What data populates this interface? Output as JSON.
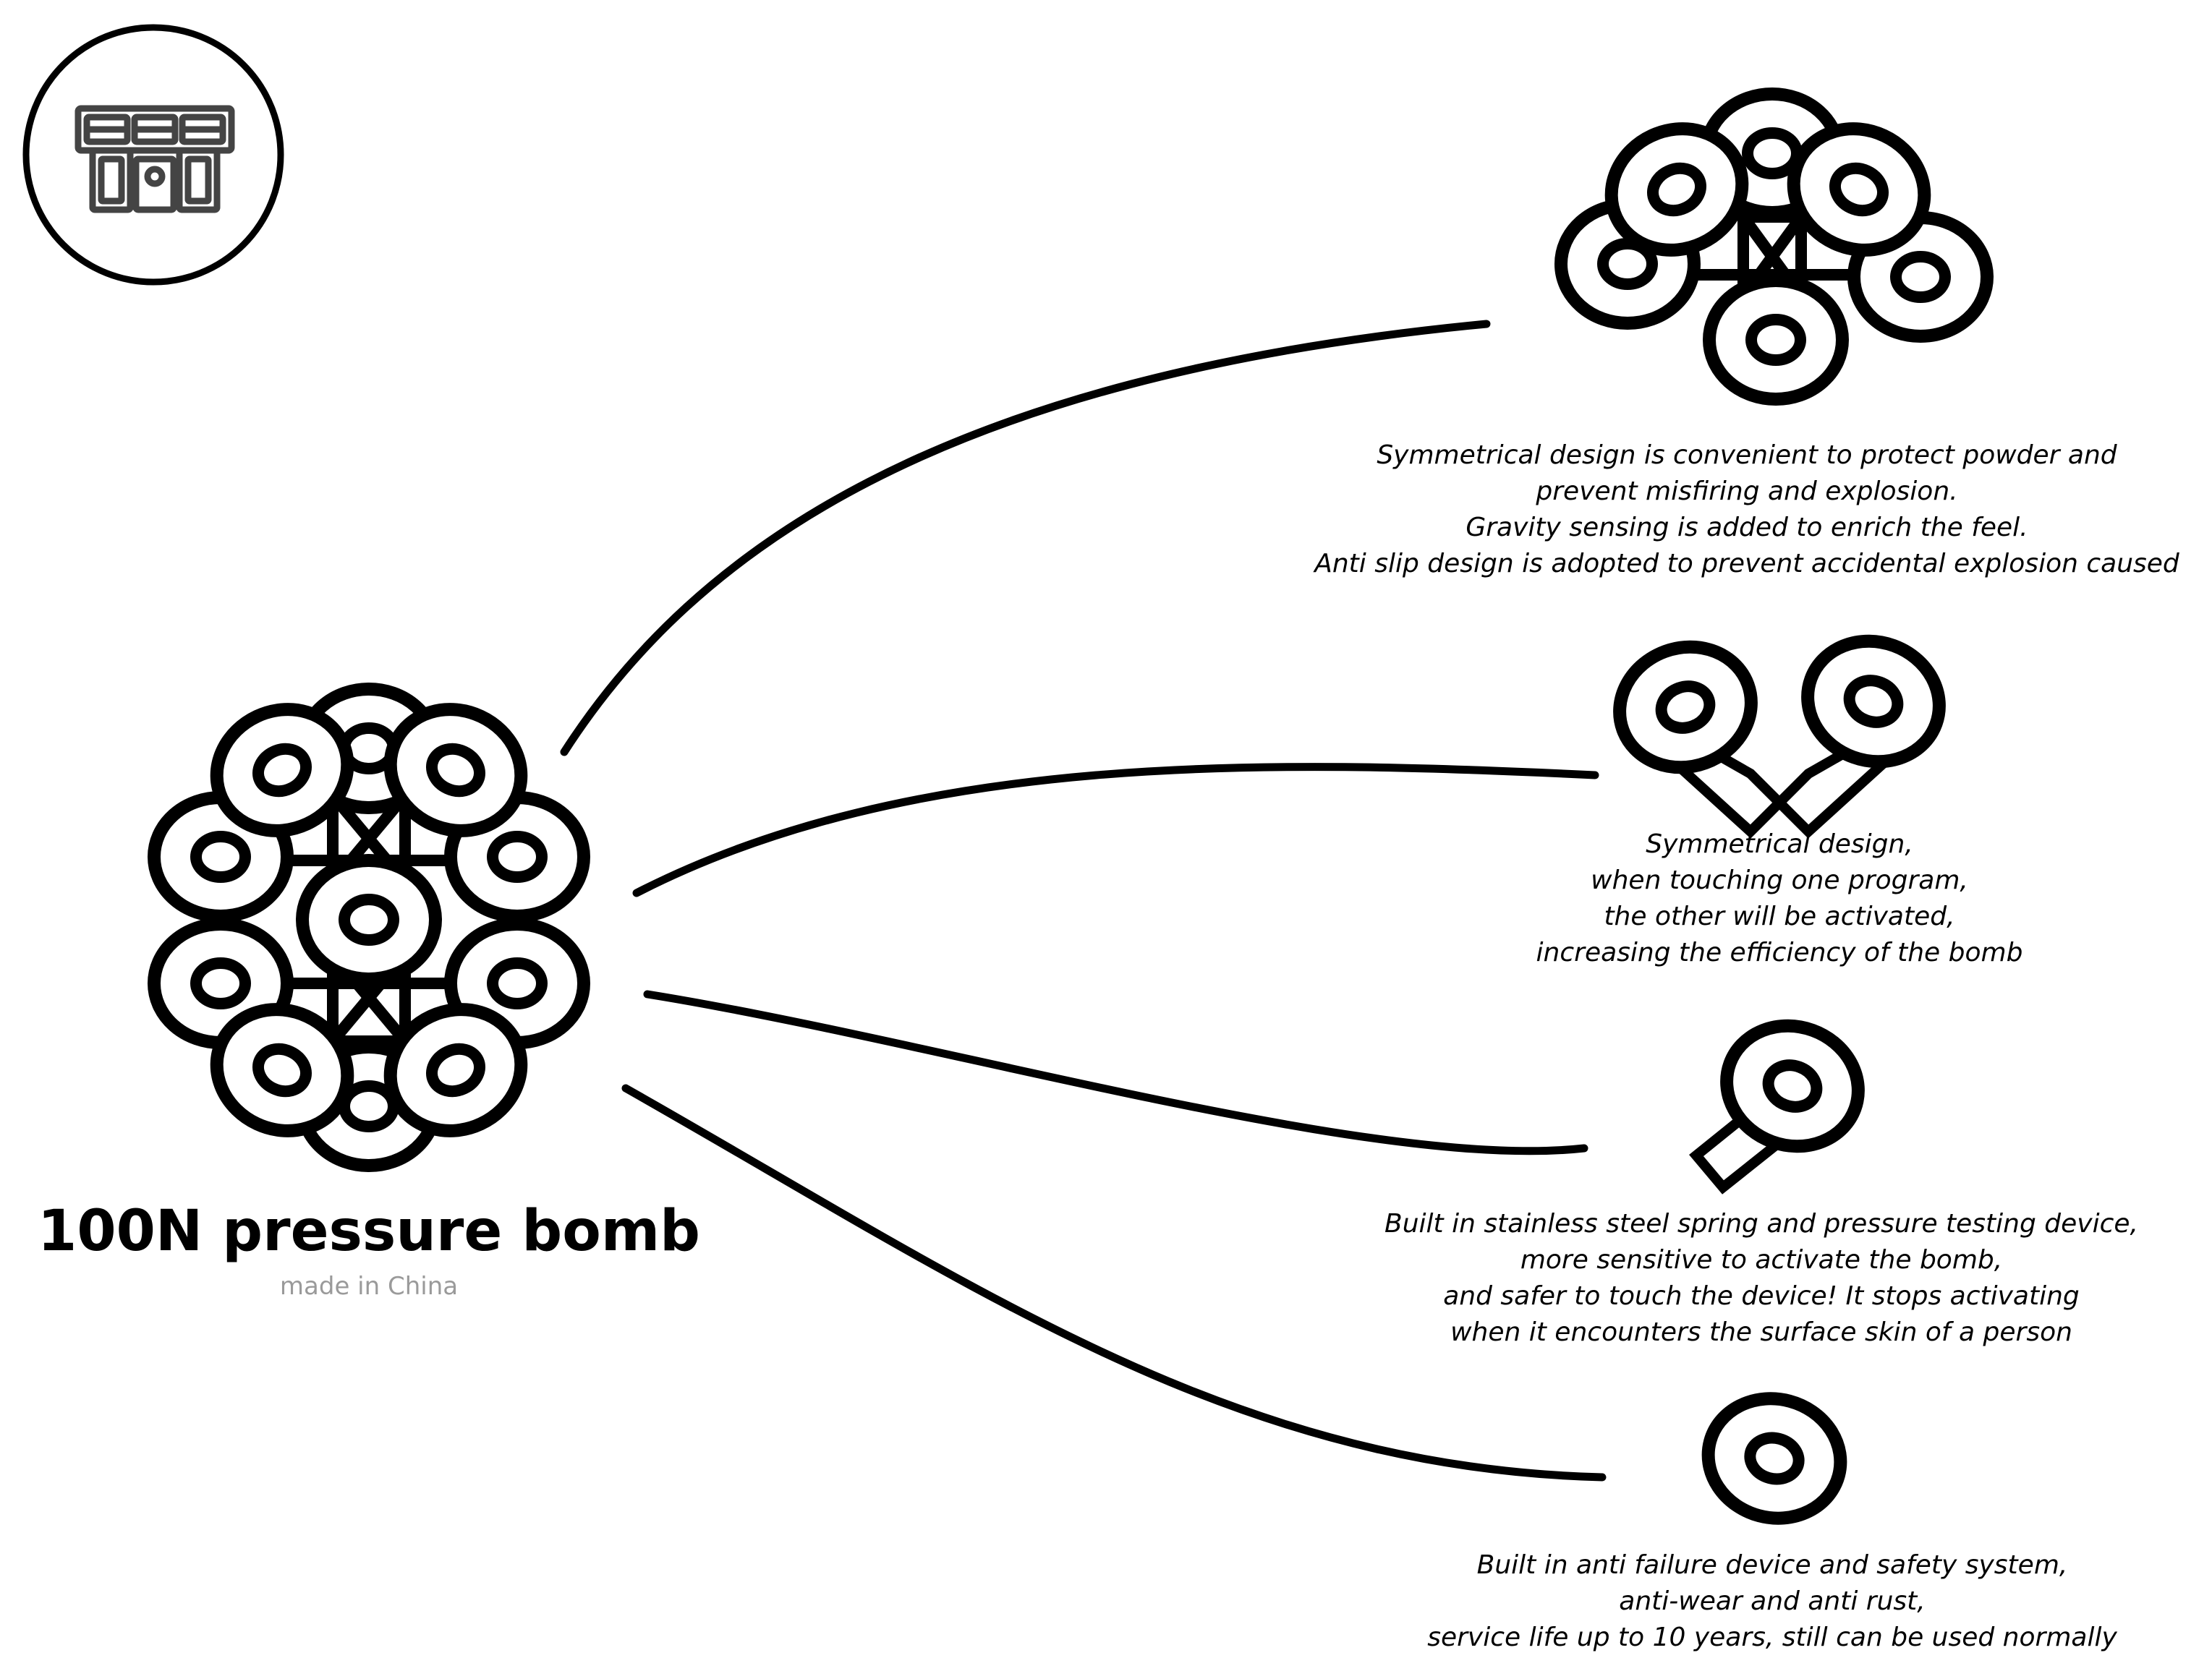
{
  "colors": {
    "ink": "#000000",
    "logo_ink": "#444444",
    "caption_gray": "#9a9a9a",
    "background": "#ffffff"
  },
  "main": {
    "title": "100N pressure bomb",
    "subtitle": "made in China"
  },
  "logo": {
    "icon": "monogram-logo-icon"
  },
  "features": [
    {
      "icon": "seven-disc-flower-icon",
      "lines": [
        "Symmetrical design is convenient to protect powder and",
        "prevent misfiring and explosion.",
        "Gravity sensing is added to enrich the feel.",
        "Anti slip design is adopted to prevent accidental explosion caused"
      ]
    },
    {
      "icon": "twin-linked-disc-icon",
      "lines": [
        "Symmetrical design,",
        "when touching one program,",
        "the other will be activated,",
        "increasing the efficiency of the bomb"
      ]
    },
    {
      "icon": "spring-pressure-disc-icon",
      "lines": [
        "Built in stainless steel spring and pressure testing device,",
        "more sensitive to activate the bomb,",
        "and safer to touch the device! It stops activating",
        "when it encounters the surface skin of a person"
      ]
    },
    {
      "icon": "single-disc-icon",
      "lines": [
        "Built in anti failure device and safety system,",
        "anti-wear and anti rust,",
        "service life up to 10 years, still can be used normally"
      ]
    }
  ]
}
